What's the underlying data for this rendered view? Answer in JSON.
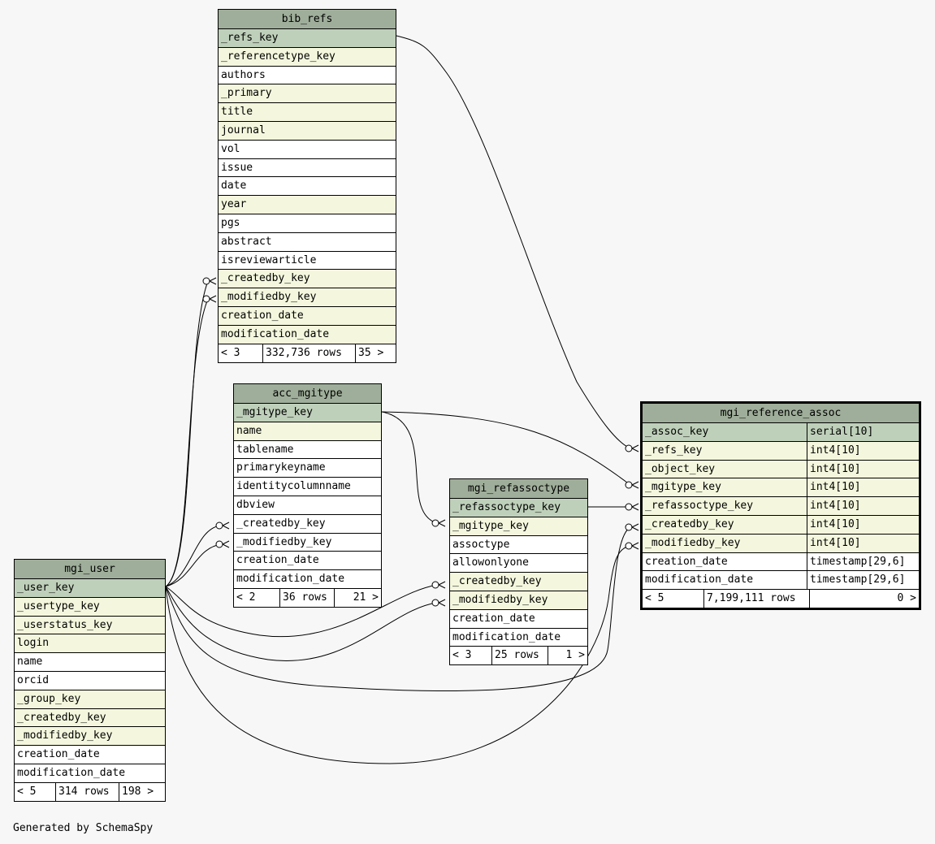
{
  "tables": [
    {
      "id": "bib_refs",
      "title": "bib_refs",
      "columns": [
        {
          "name": "_refs_key",
          "kind": "pk"
        },
        {
          "name": "_referencetype_key",
          "kind": "fk"
        },
        {
          "name": "authors",
          "kind": "plain"
        },
        {
          "name": "_primary",
          "kind": "fk"
        },
        {
          "name": "title",
          "kind": "fk"
        },
        {
          "name": "journal",
          "kind": "fk"
        },
        {
          "name": "vol",
          "kind": "plain"
        },
        {
          "name": "issue",
          "kind": "plain"
        },
        {
          "name": "date",
          "kind": "plain"
        },
        {
          "name": "year",
          "kind": "fk"
        },
        {
          "name": "pgs",
          "kind": "plain"
        },
        {
          "name": "abstract",
          "kind": "plain"
        },
        {
          "name": "isreviewarticle",
          "kind": "plain"
        },
        {
          "name": "_createdby_key",
          "kind": "fk"
        },
        {
          "name": "_modifiedby_key",
          "kind": "fk"
        },
        {
          "name": "creation_date",
          "kind": "fk"
        },
        {
          "name": "modification_date",
          "kind": "fk"
        }
      ],
      "footer": [
        "< 3",
        "332,736 rows",
        "35 >"
      ]
    },
    {
      "id": "acc_mgitype",
      "title": "acc_mgitype",
      "columns": [
        {
          "name": "_mgitype_key",
          "kind": "pk"
        },
        {
          "name": "name",
          "kind": "fk"
        },
        {
          "name": "tablename",
          "kind": "plain"
        },
        {
          "name": "primarykeyname",
          "kind": "plain"
        },
        {
          "name": "identitycolumnname",
          "kind": "plain"
        },
        {
          "name": "dbview",
          "kind": "plain"
        },
        {
          "name": "_createdby_key",
          "kind": "plain"
        },
        {
          "name": "_modifiedby_key",
          "kind": "plain"
        },
        {
          "name": "creation_date",
          "kind": "plain"
        },
        {
          "name": "modification_date",
          "kind": "plain"
        }
      ],
      "footer": [
        "< 2",
        "36 rows",
        "21 >"
      ]
    },
    {
      "id": "mgi_refassoctype",
      "title": "mgi_refassoctype",
      "columns": [
        {
          "name": "_refassoctype_key",
          "kind": "pk"
        },
        {
          "name": "_mgitype_key",
          "kind": "fk"
        },
        {
          "name": "assoctype",
          "kind": "plain"
        },
        {
          "name": "allowonlyone",
          "kind": "plain"
        },
        {
          "name": "_createdby_key",
          "kind": "fk"
        },
        {
          "name": "_modifiedby_key",
          "kind": "fk"
        },
        {
          "name": "creation_date",
          "kind": "plain"
        },
        {
          "name": "modification_date",
          "kind": "plain"
        }
      ],
      "footer": [
        "< 3",
        "25 rows",
        "1 >"
      ]
    },
    {
      "id": "mgi_user",
      "title": "mgi_user",
      "columns": [
        {
          "name": "_user_key",
          "kind": "pk"
        },
        {
          "name": "_usertype_key",
          "kind": "fk"
        },
        {
          "name": "_userstatus_key",
          "kind": "fk"
        },
        {
          "name": "login",
          "kind": "fk"
        },
        {
          "name": "name",
          "kind": "plain"
        },
        {
          "name": "orcid",
          "kind": "plain"
        },
        {
          "name": "_group_key",
          "kind": "fk"
        },
        {
          "name": "_createdby_key",
          "kind": "fk"
        },
        {
          "name": "_modifiedby_key",
          "kind": "fk"
        },
        {
          "name": "creation_date",
          "kind": "plain"
        },
        {
          "name": "modification_date",
          "kind": "plain"
        }
      ],
      "footer": [
        "< 5",
        "314 rows",
        "198 >"
      ]
    },
    {
      "id": "mgi_reference_assoc",
      "title": "mgi_reference_assoc",
      "focused": true,
      "columns": [
        {
          "name": "_assoc_key",
          "type": "serial[10]",
          "kind": "pk"
        },
        {
          "name": "_refs_key",
          "type": "int4[10]",
          "kind": "fk"
        },
        {
          "name": "_object_key",
          "type": "int4[10]",
          "kind": "fk"
        },
        {
          "name": "_mgitype_key",
          "type": "int4[10]",
          "kind": "fk"
        },
        {
          "name": "_refassoctype_key",
          "type": "int4[10]",
          "kind": "fk"
        },
        {
          "name": "_createdby_key",
          "type": "int4[10]",
          "kind": "fk"
        },
        {
          "name": "_modifiedby_key",
          "type": "int4[10]",
          "kind": "fk"
        },
        {
          "name": "creation_date",
          "type": "timestamp[29,6]",
          "kind": "plain"
        },
        {
          "name": "modification_date",
          "type": "timestamp[29,6]",
          "kind": "plain"
        }
      ],
      "footer": [
        "< 5",
        "7,199,111 rows",
        "0 >"
      ]
    }
  ],
  "relationships": [
    {
      "from": "bib_refs._refs_key",
      "to": "mgi_reference_assoc._refs_key"
    },
    {
      "from": "acc_mgitype._mgitype_key",
      "to": "mgi_reference_assoc._mgitype_key"
    },
    {
      "from": "acc_mgitype._mgitype_key",
      "to": "mgi_refassoctype._mgitype_key"
    },
    {
      "from": "mgi_refassoctype._refassoctype_key",
      "to": "mgi_reference_assoc._refassoctype_key"
    },
    {
      "from": "mgi_user._user_key",
      "to": "bib_refs._createdby_key"
    },
    {
      "from": "mgi_user._user_key",
      "to": "bib_refs._modifiedby_key"
    },
    {
      "from": "mgi_user._user_key",
      "to": "acc_mgitype._createdby_key"
    },
    {
      "from": "mgi_user._user_key",
      "to": "acc_mgitype._modifiedby_key"
    },
    {
      "from": "mgi_user._user_key",
      "to": "mgi_refassoctype._createdby_key"
    },
    {
      "from": "mgi_user._user_key",
      "to": "mgi_refassoctype._modifiedby_key"
    },
    {
      "from": "mgi_user._user_key",
      "to": "mgi_reference_assoc._createdby_key"
    },
    {
      "from": "mgi_user._user_key",
      "to": "mgi_reference_assoc._modifiedby_key"
    }
  ],
  "footer_text": "Generated by SchemaSpy"
}
